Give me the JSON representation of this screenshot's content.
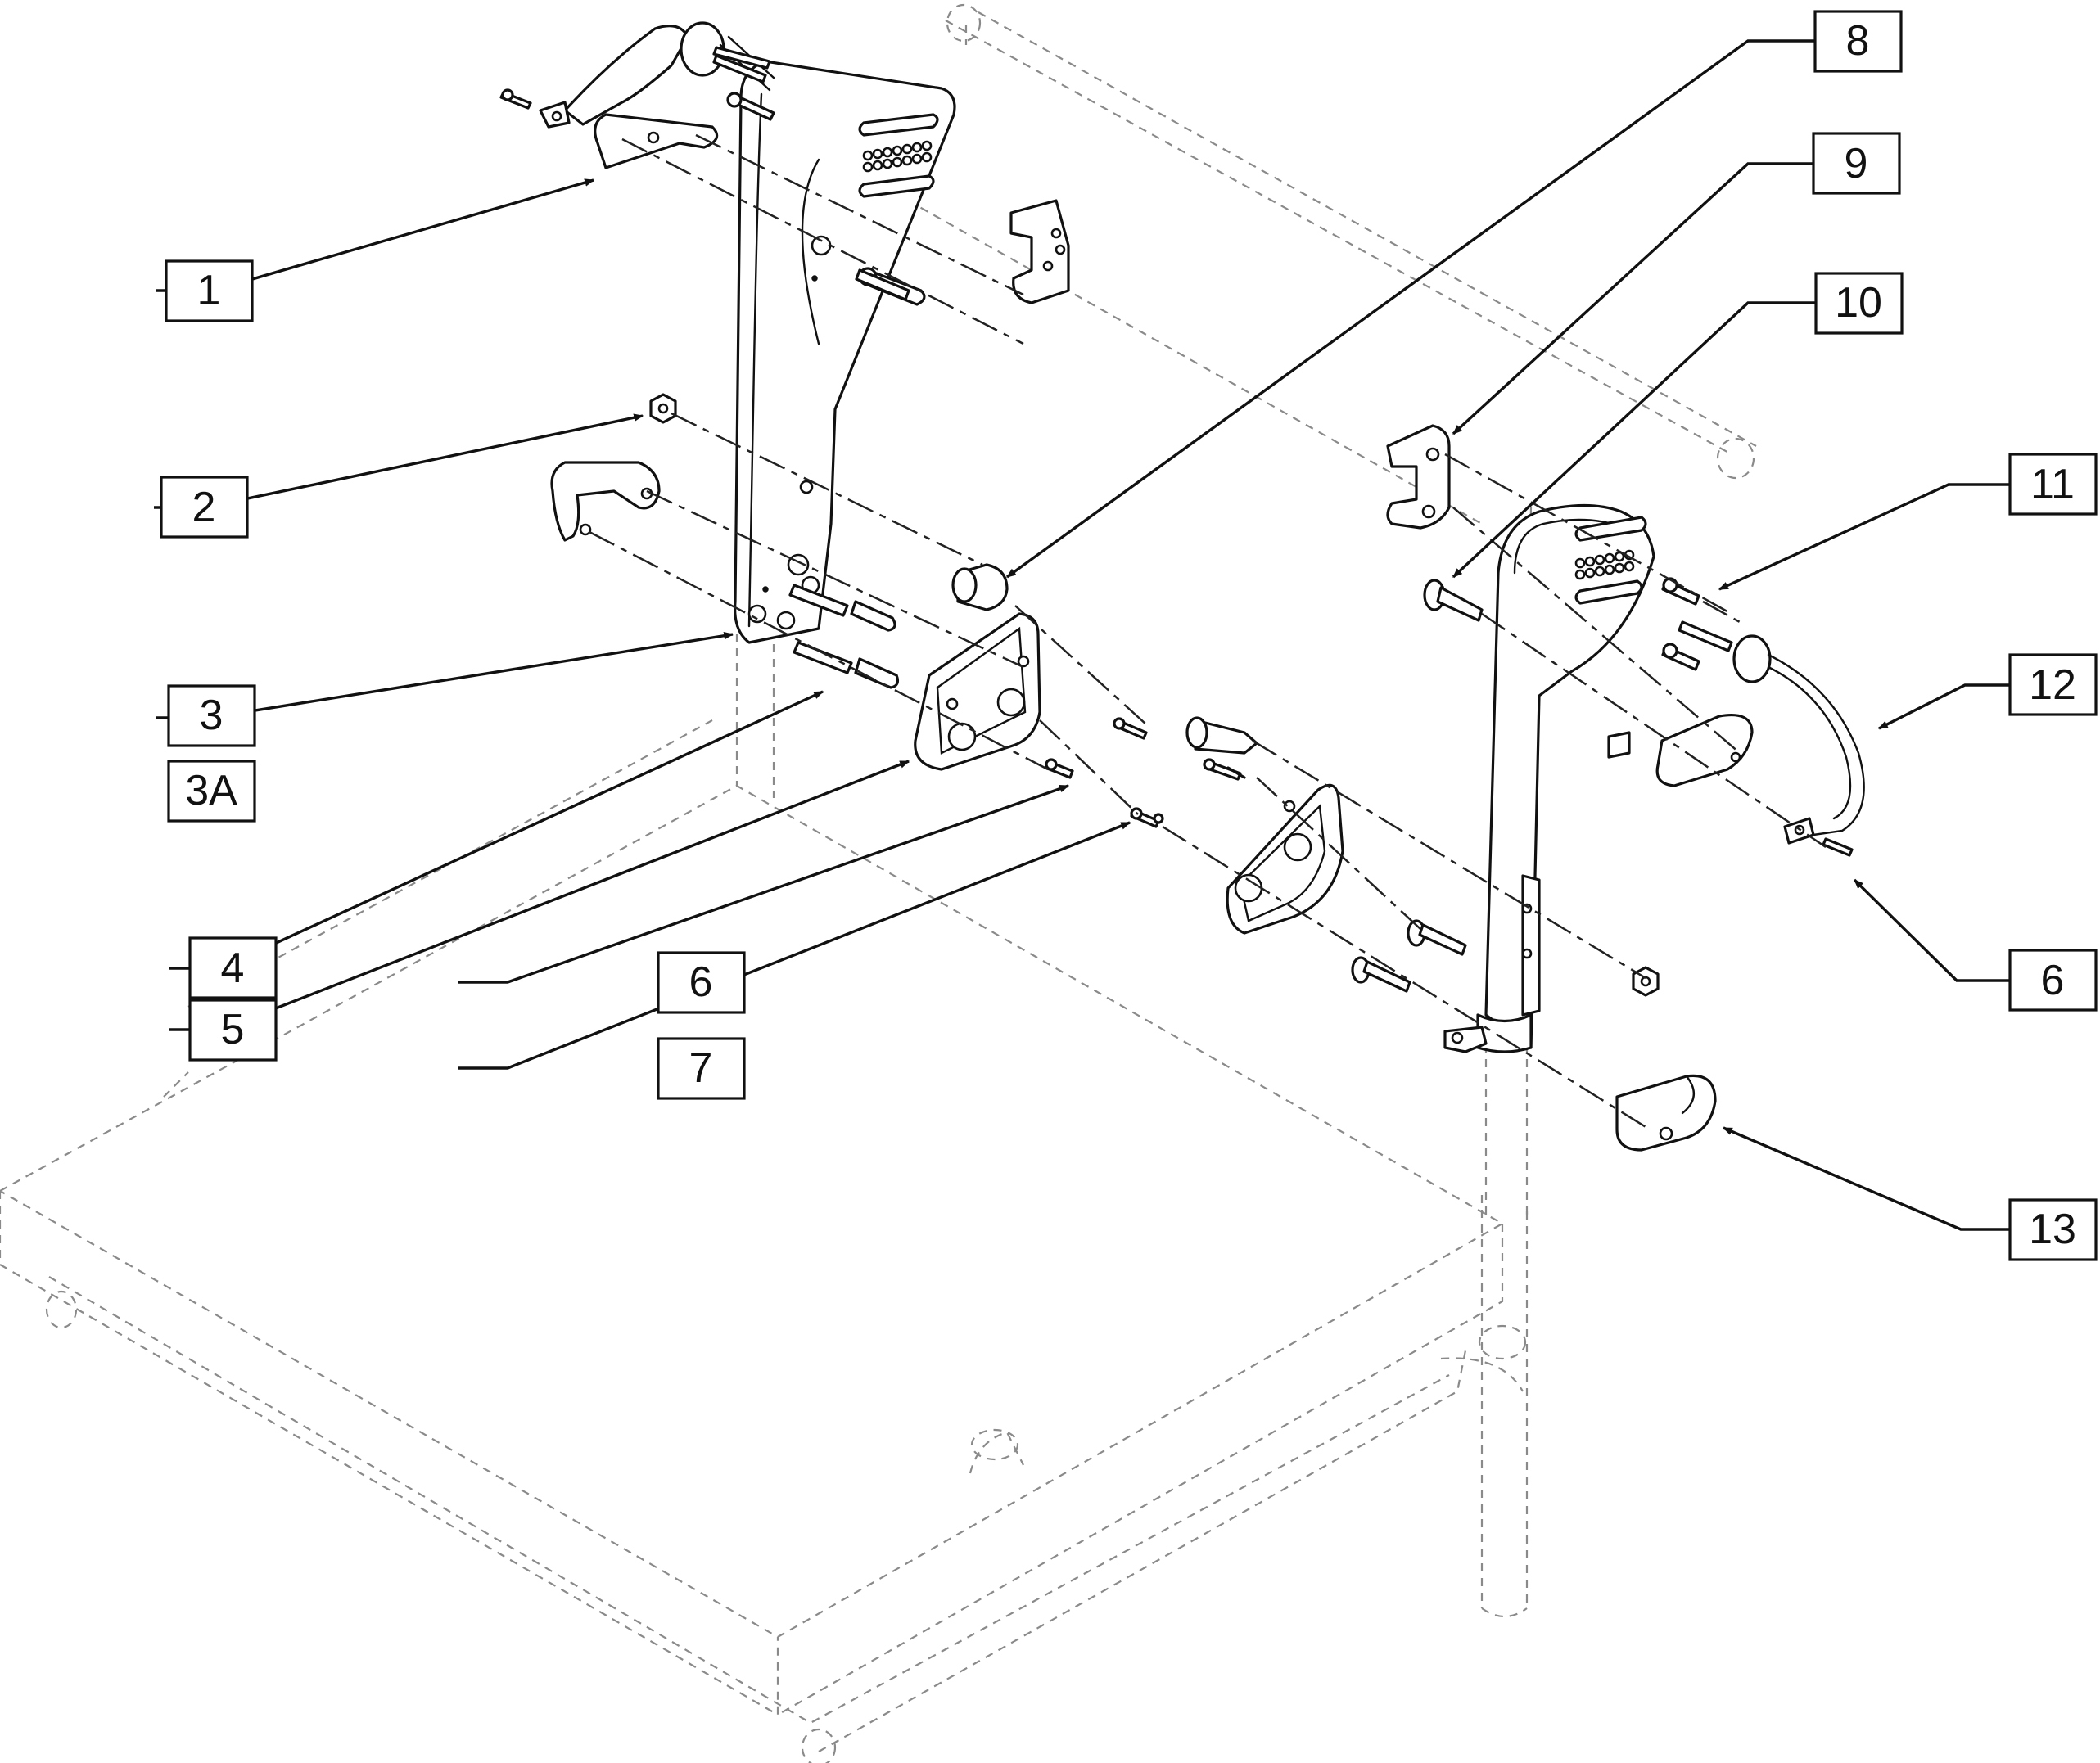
{
  "callouts": [
    {
      "id": "1",
      "label": "1"
    },
    {
      "id": "2",
      "label": "2"
    },
    {
      "id": "3",
      "label": "3"
    },
    {
      "id": "3A",
      "label": "3A"
    },
    {
      "id": "4",
      "label": "4"
    },
    {
      "id": "5",
      "label": "5"
    },
    {
      "id": "6-left",
      "label": "6"
    },
    {
      "id": "7",
      "label": "7"
    },
    {
      "id": "8",
      "label": "8"
    },
    {
      "id": "9",
      "label": "9"
    },
    {
      "id": "10",
      "label": "10"
    },
    {
      "id": "11",
      "label": "11"
    },
    {
      "id": "12",
      "label": "12"
    },
    {
      "id": "6-right",
      "label": "6"
    },
    {
      "id": "13",
      "label": "13"
    }
  ],
  "colors": {
    "line": "#111111",
    "phantom": "#8a8a8a",
    "background": "#ffffff"
  }
}
